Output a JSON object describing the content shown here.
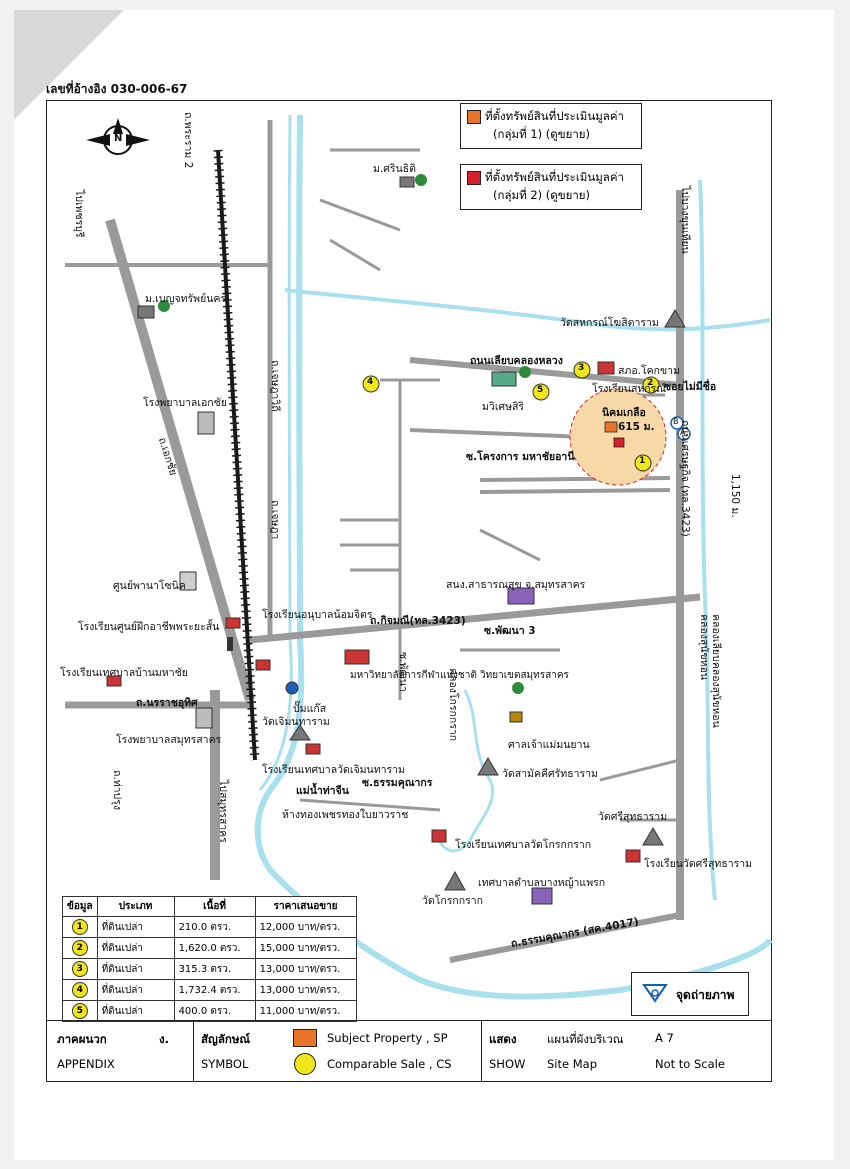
{
  "reference": "เลขที่อ้างอิง 030-006-67",
  "legend": {
    "item1": {
      "line1": "ที่ตั้งทรัพย์สินที่ประเมินมูลค่า",
      "line2": "(กลุ่มที่ 1) (ดูขยาย)",
      "color": "#e8742a"
    },
    "item2": {
      "line1": "ที่ตั้งทรัพย์สินที่ประเมินมูลค่า",
      "line2": "(กลุ่มที่ 2) (ดูขยาย)",
      "color": "#d62027"
    }
  },
  "colors": {
    "road": "#9a9a9a",
    "rail": "#1a1a1a",
    "river": "#a8e0ee",
    "comparable": "#f1e61a",
    "circle": "#f7d9a8"
  },
  "roads": {
    "r_prarama2": "ถ.พระราม 2",
    "r_phetkasem": "ไปเพชรบุรี",
    "r_ekachai": "ถ.เอกชัย",
    "r_suksawat": "ถ.เจษฎาวิถี",
    "r_khlong": "ถนนเลียบคลองหลวง",
    "r_tesban": "ถ.กิจมณี(ทล.3423)",
    "r_setthakit": "ถนนเศรษฐกิจ (ทล.3423)",
    "r_phatthana": "ซ.พัฒนา 3",
    "r_phatthana2": "ซ.พัฒนา",
    "r_thammakhun": "ซ.ธรรมคุณากร",
    "r_thammakhun2": "ถ.ธรรมคุณากร (สค.4017)",
    "r_narathip": "ถ.นรราชอุทิศ",
    "r_thapui": "ถ.ท่าปรุง",
    "r_bangkhunthian": "ไปบางขุนเทียน",
    "r_nokhon": "ถ.เจษฎา",
    "r_soi_no_name": "ซอยไม่มีชื่อ",
    "r_mahachai": "ซ.โครงการ มหาชัยอานี",
    "r_dist": "615 ม.",
    "r_1150": "1,150 ม.",
    "r_khlong2": "คลองสุนัขหอน",
    "r_khlong3": "คลองเลียบคลองสุนัขหอน",
    "r_tha_chin": "แม่น้ำท่าจีน",
    "r_samut": "ไปสมุทรสาคร",
    "r_ekachai2": "ถ.เอกชัย",
    "r_nokhon2": "นิคมเกลือ"
  },
  "places": {
    "p1": "ม.ศรินธิติ",
    "p2": "ม.เบญจทรัพย์นคร",
    "p3": "โรงพยาบาลเอกชัย",
    "p4": "ศูนย์พานาโซนิค",
    "p5": "โรงเรียนศูนย์ฝึกอาชีพพระยะสั้น",
    "p6": "โรงเรียนเทศบาลบ้านมหาชัย",
    "p7": "โรงพยาบาลสมุทรสาคร",
    "p8": "โรงเรียนอนุบาลน้อมจิตร",
    "p9": "ปั๊มแก๊ส",
    "p10": "วัดเจิมนทาราม",
    "p11": "โรงเรียนเทศบาลวัดเจิมนทาราม",
    "p12": "มหาวิทยาลัยการกีฬาแห่งชาติ วิทยาเขตสมุทรสาคร",
    "p13": "สนง.สาธารณสุข จ.สมุทรสาคร",
    "p14": "ศาลเจ้าแม่มนยาน",
    "p15": "วัดสามัคคีศรัทธาราม",
    "p16": "ห้างทองเพชรทองใบยาวราช",
    "p17": "โรงเรียนเทศบาลวัดโกรกกราก",
    "p18": "วัดโกรกกราก",
    "p19": "เทศบาลตำบลบางหญ้าแพรก",
    "p20": "วัดศรีสุทธาราม",
    "p21": "โรงเรียนวัดศรีสุทธาราม",
    "p22": "วัดสหกรณ์โฆสิตาราม",
    "p23": "สภอ.โคกขาม",
    "p24": "โรงเรียนสหกรณ์",
    "p25": "มวิเศษสิริ",
    "p26": "คลองโกรกกราก"
  },
  "table": {
    "headers": [
      "ข้อมูล",
      "ประเภท",
      "เนื้อที่",
      "ราคาเสนอขาย"
    ],
    "rows": [
      {
        "id": "1",
        "type": "ที่ดินเปล่า",
        "area": "210.0 ตรว.",
        "price": "12,000 บาท/ตรว."
      },
      {
        "id": "2",
        "type": "ที่ดินเปล่า",
        "area": "1,620.0 ตรว.",
        "price": "15,000 บาท/ตรว."
      },
      {
        "id": "3",
        "type": "ที่ดินเปล่า",
        "area": "315.3 ตรว.",
        "price": "13,000 บาท/ตรว."
      },
      {
        "id": "4",
        "type": "ที่ดินเปล่า",
        "area": "1,732.4 ตรว.",
        "price": "13,000 บาท/ตรว."
      },
      {
        "id": "5",
        "type": "ที่ดินเปล่า",
        "area": "400.0 ตรว.",
        "price": "11,000 บาท/ตรว."
      }
    ]
  },
  "photo_label": "จุดถ่ายภาพ",
  "footer": {
    "appendix_th": "ภาคผนวก",
    "appendix_letter": "ง.",
    "appendix_en": "APPENDIX",
    "symbol_th": "สัญลักษณ์",
    "symbol_en": "SYMBOL",
    "subject": "Subject  Property , SP",
    "comparable": "Comparable  Sale , CS",
    "show_th": "แสดง",
    "show_en": "SHOW",
    "map_th": "แผนที่ผังบริเวณ",
    "map_en": "Site Map",
    "code": "A 7",
    "scale": "Not to Scale"
  },
  "compass": "N",
  "markers": [
    "1",
    "2",
    "3",
    "4",
    "5"
  ],
  "photo_points": [
    "A",
    "B"
  ]
}
